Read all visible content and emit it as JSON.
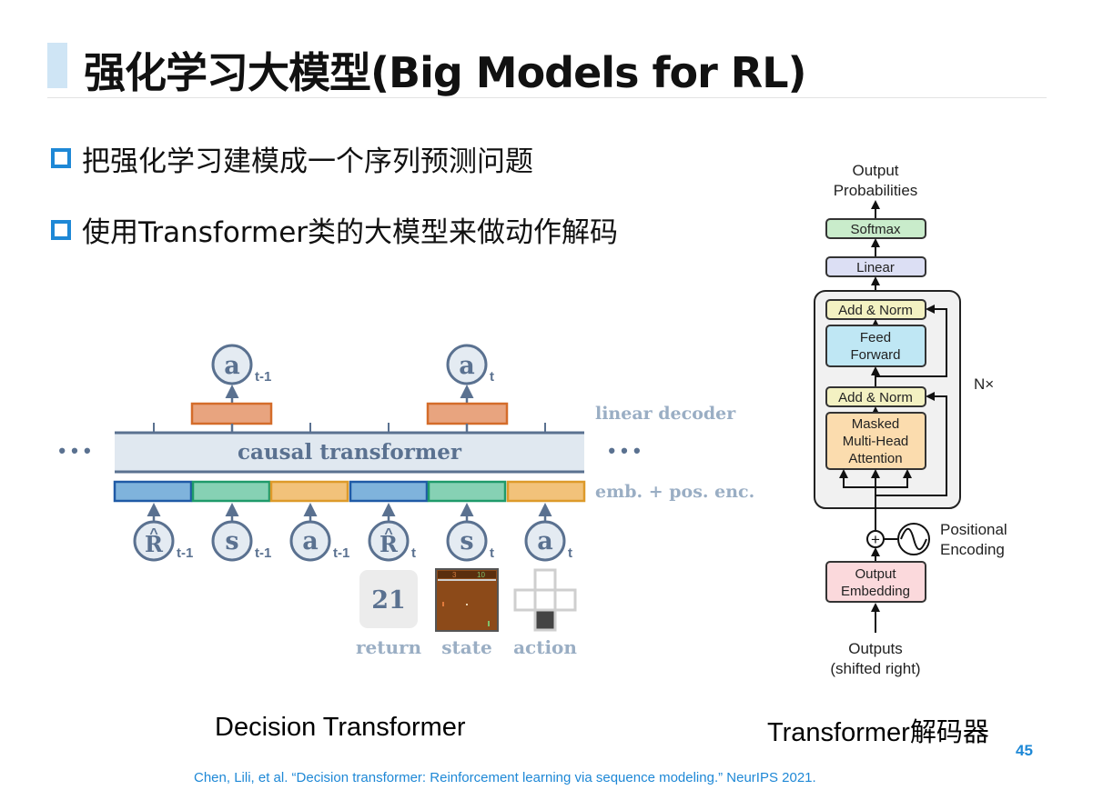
{
  "slide": {
    "title": "强化学习大模型(Big Models for RL)",
    "bullets": [
      "把强化学习建模成一个序列预测问题",
      "使用Transformer类的大模型来做动作解码"
    ],
    "page_number": "45",
    "citation": "Chen, Lili, et al.  “Decision transformer: Reinforcement learning via sequence modeling.”  NeurIPS 2021."
  },
  "decision_transformer": {
    "caption": "Decision Transformer",
    "ellipsis": "• • •",
    "transformer_label": "causal transformer",
    "linear_decoder_label": "linear decoder",
    "embedding_label": "emb. + pos. enc.",
    "outputs": [
      {
        "symbol": "a",
        "subscript": "t-1"
      },
      {
        "symbol": "a",
        "subscript": "t"
      }
    ],
    "inputs": [
      {
        "symbol": "R",
        "hat": "^",
        "subscript": "t-1"
      },
      {
        "symbol": "s",
        "subscript": "t-1"
      },
      {
        "symbol": "a",
        "subscript": "t-1"
      },
      {
        "symbol": "R",
        "hat": "^",
        "subscript": "t"
      },
      {
        "symbol": "s",
        "subscript": "t"
      },
      {
        "symbol": "a",
        "subscript": "t"
      }
    ],
    "return_value": "21",
    "game_score_left": "3",
    "game_score_right": "10",
    "example_labels": [
      "return",
      "state",
      "action"
    ],
    "colors": {
      "return_token": "#7fb3dc",
      "state_token": "#86d1b4",
      "action_token": "#f2c27a",
      "decoder": "#e8a47f",
      "transformer": "#e0e8f0",
      "circle": "#e4ebf2",
      "node_text": "#5a7190"
    }
  },
  "transformer_decoder": {
    "caption": "Transformer解码器",
    "output_probabilities": [
      "Output",
      "Probabilities"
    ],
    "softmax": "Softmax",
    "linear": "Linear",
    "add_norm_top": "Add & Norm",
    "feed_forward": [
      "Feed",
      "Forward"
    ],
    "add_norm_bottom": "Add & Norm",
    "masked_attention": [
      "Masked",
      "Multi-Head",
      "Attention"
    ],
    "repeat": "N×",
    "positional_encoding": [
      "Positional",
      "Encoding"
    ],
    "output_embedding": [
      "Output",
      "Embedding"
    ],
    "outputs": [
      "Outputs",
      "(shifted right)"
    ],
    "plus_symbol": "+"
  }
}
